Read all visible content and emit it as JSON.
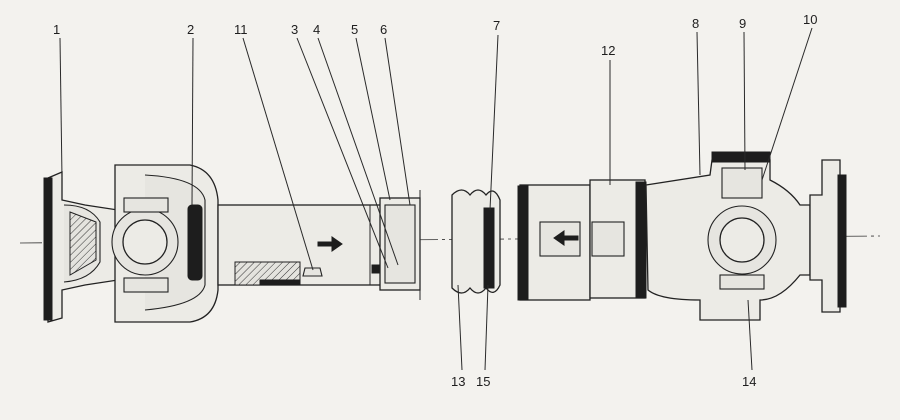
{
  "colors": {
    "paper": "#f3f2ee",
    "ink": "#1e1e1e",
    "dark_band": "#1d1d1d"
  },
  "callouts": [
    {
      "id": "1",
      "text": "1"
    },
    {
      "id": "2",
      "text": "2"
    },
    {
      "id": "11",
      "text": "11"
    },
    {
      "id": "3",
      "text": "3"
    },
    {
      "id": "4",
      "text": "4"
    },
    {
      "id": "5",
      "text": "5"
    },
    {
      "id": "6",
      "text": "6"
    },
    {
      "id": "7",
      "text": "7"
    },
    {
      "id": "12",
      "text": "12"
    },
    {
      "id": "8",
      "text": "8"
    },
    {
      "id": "9",
      "text": "9"
    },
    {
      "id": "10",
      "text": "10"
    },
    {
      "id": "13",
      "text": "13"
    },
    {
      "id": "15",
      "text": "15"
    },
    {
      "id": "14",
      "text": "14"
    }
  ]
}
